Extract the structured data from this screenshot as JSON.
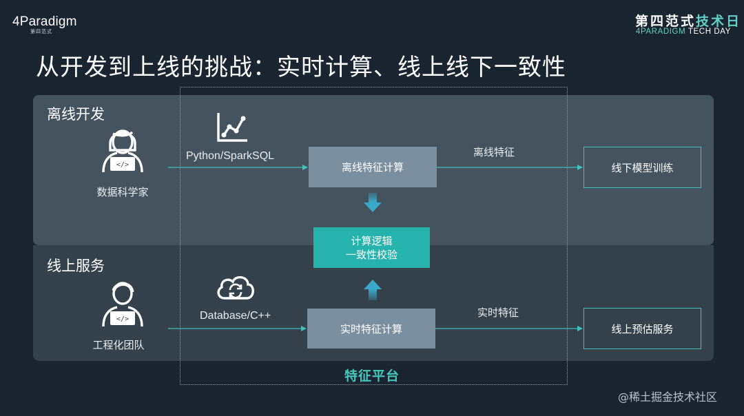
{
  "header": {
    "logo_main": "4Paradigm",
    "logo_sub": "第四范式",
    "brand_cn_part1": "第四范式",
    "brand_cn_part2": "技术日",
    "brand_en_part1": "4PARADIGM",
    "brand_en_part2": "TECH DAY"
  },
  "title": "从开发到上线的挑战：实时计算、线上线下一致性",
  "sections": {
    "offline": {
      "label": "离线开发",
      "actor": "数据科学家",
      "tool": "Python/SparkSQL",
      "tool_icon": "line-chart-icon",
      "calc_box": "离线特征计算",
      "feature_label": "离线特征",
      "output_box": "线下模型训练"
    },
    "online": {
      "label": "线上服务",
      "actor": "工程化团队",
      "tool": "Database/C++",
      "tool_icon": "cloud-sync-icon",
      "calc_box": "实时特征计算",
      "feature_label": "实时特征",
      "output_box": "线上预估服务"
    }
  },
  "consistency_box": {
    "line1": "计算逻辑",
    "line2": "一致性校验"
  },
  "platform_label": "特征平台",
  "watermark": "@稀土掘金技术社区",
  "colors": {
    "background": "#1b2530",
    "accent_teal": "#26b3ad",
    "panel_top": "#45535e",
    "panel_bottom": "#35414b",
    "calc_box": "#7b8f9f",
    "arrow": "#3aa9c9"
  }
}
